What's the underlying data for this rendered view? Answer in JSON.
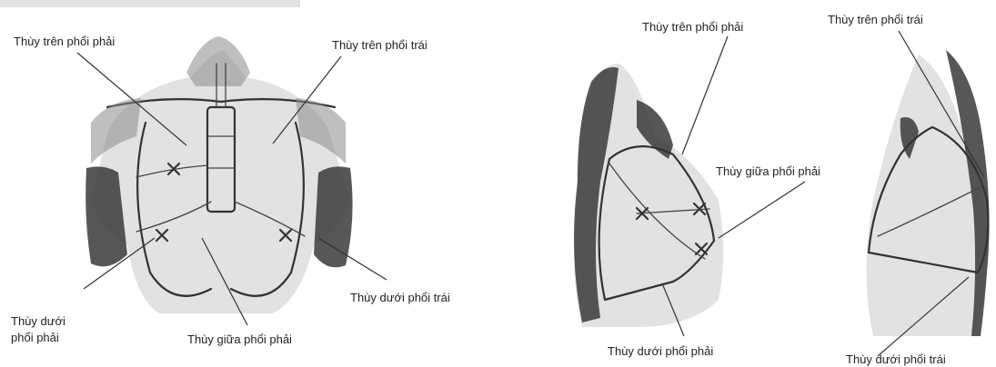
{
  "figure": {
    "front_view": {
      "labels": {
        "right_upper_lobe": "Thùy trên phổi phải",
        "left_upper_lobe": "Thùy trên phổi trái",
        "left_lower_lobe": "Thùy dưới phổi trái",
        "right_lower_lobe_line1": "Thùy dưới",
        "right_lower_lobe_line2": "phổi phải",
        "right_middle_lobe": "Thùy giữa phổi phải"
      }
    },
    "right_lateral_view": {
      "labels": {
        "right_upper_lobe": "Thùy trên phổi phải",
        "right_middle_lobe": "Thùy giữa phổi phải",
        "right_lower_lobe": "Thùy dưới phổi phải"
      }
    },
    "left_lateral_view": {
      "labels": {
        "left_upper_lobe": "Thùy trên phổi trái",
        "left_lower_lobe": "Thùy dưới phổi trái"
      }
    }
  }
}
